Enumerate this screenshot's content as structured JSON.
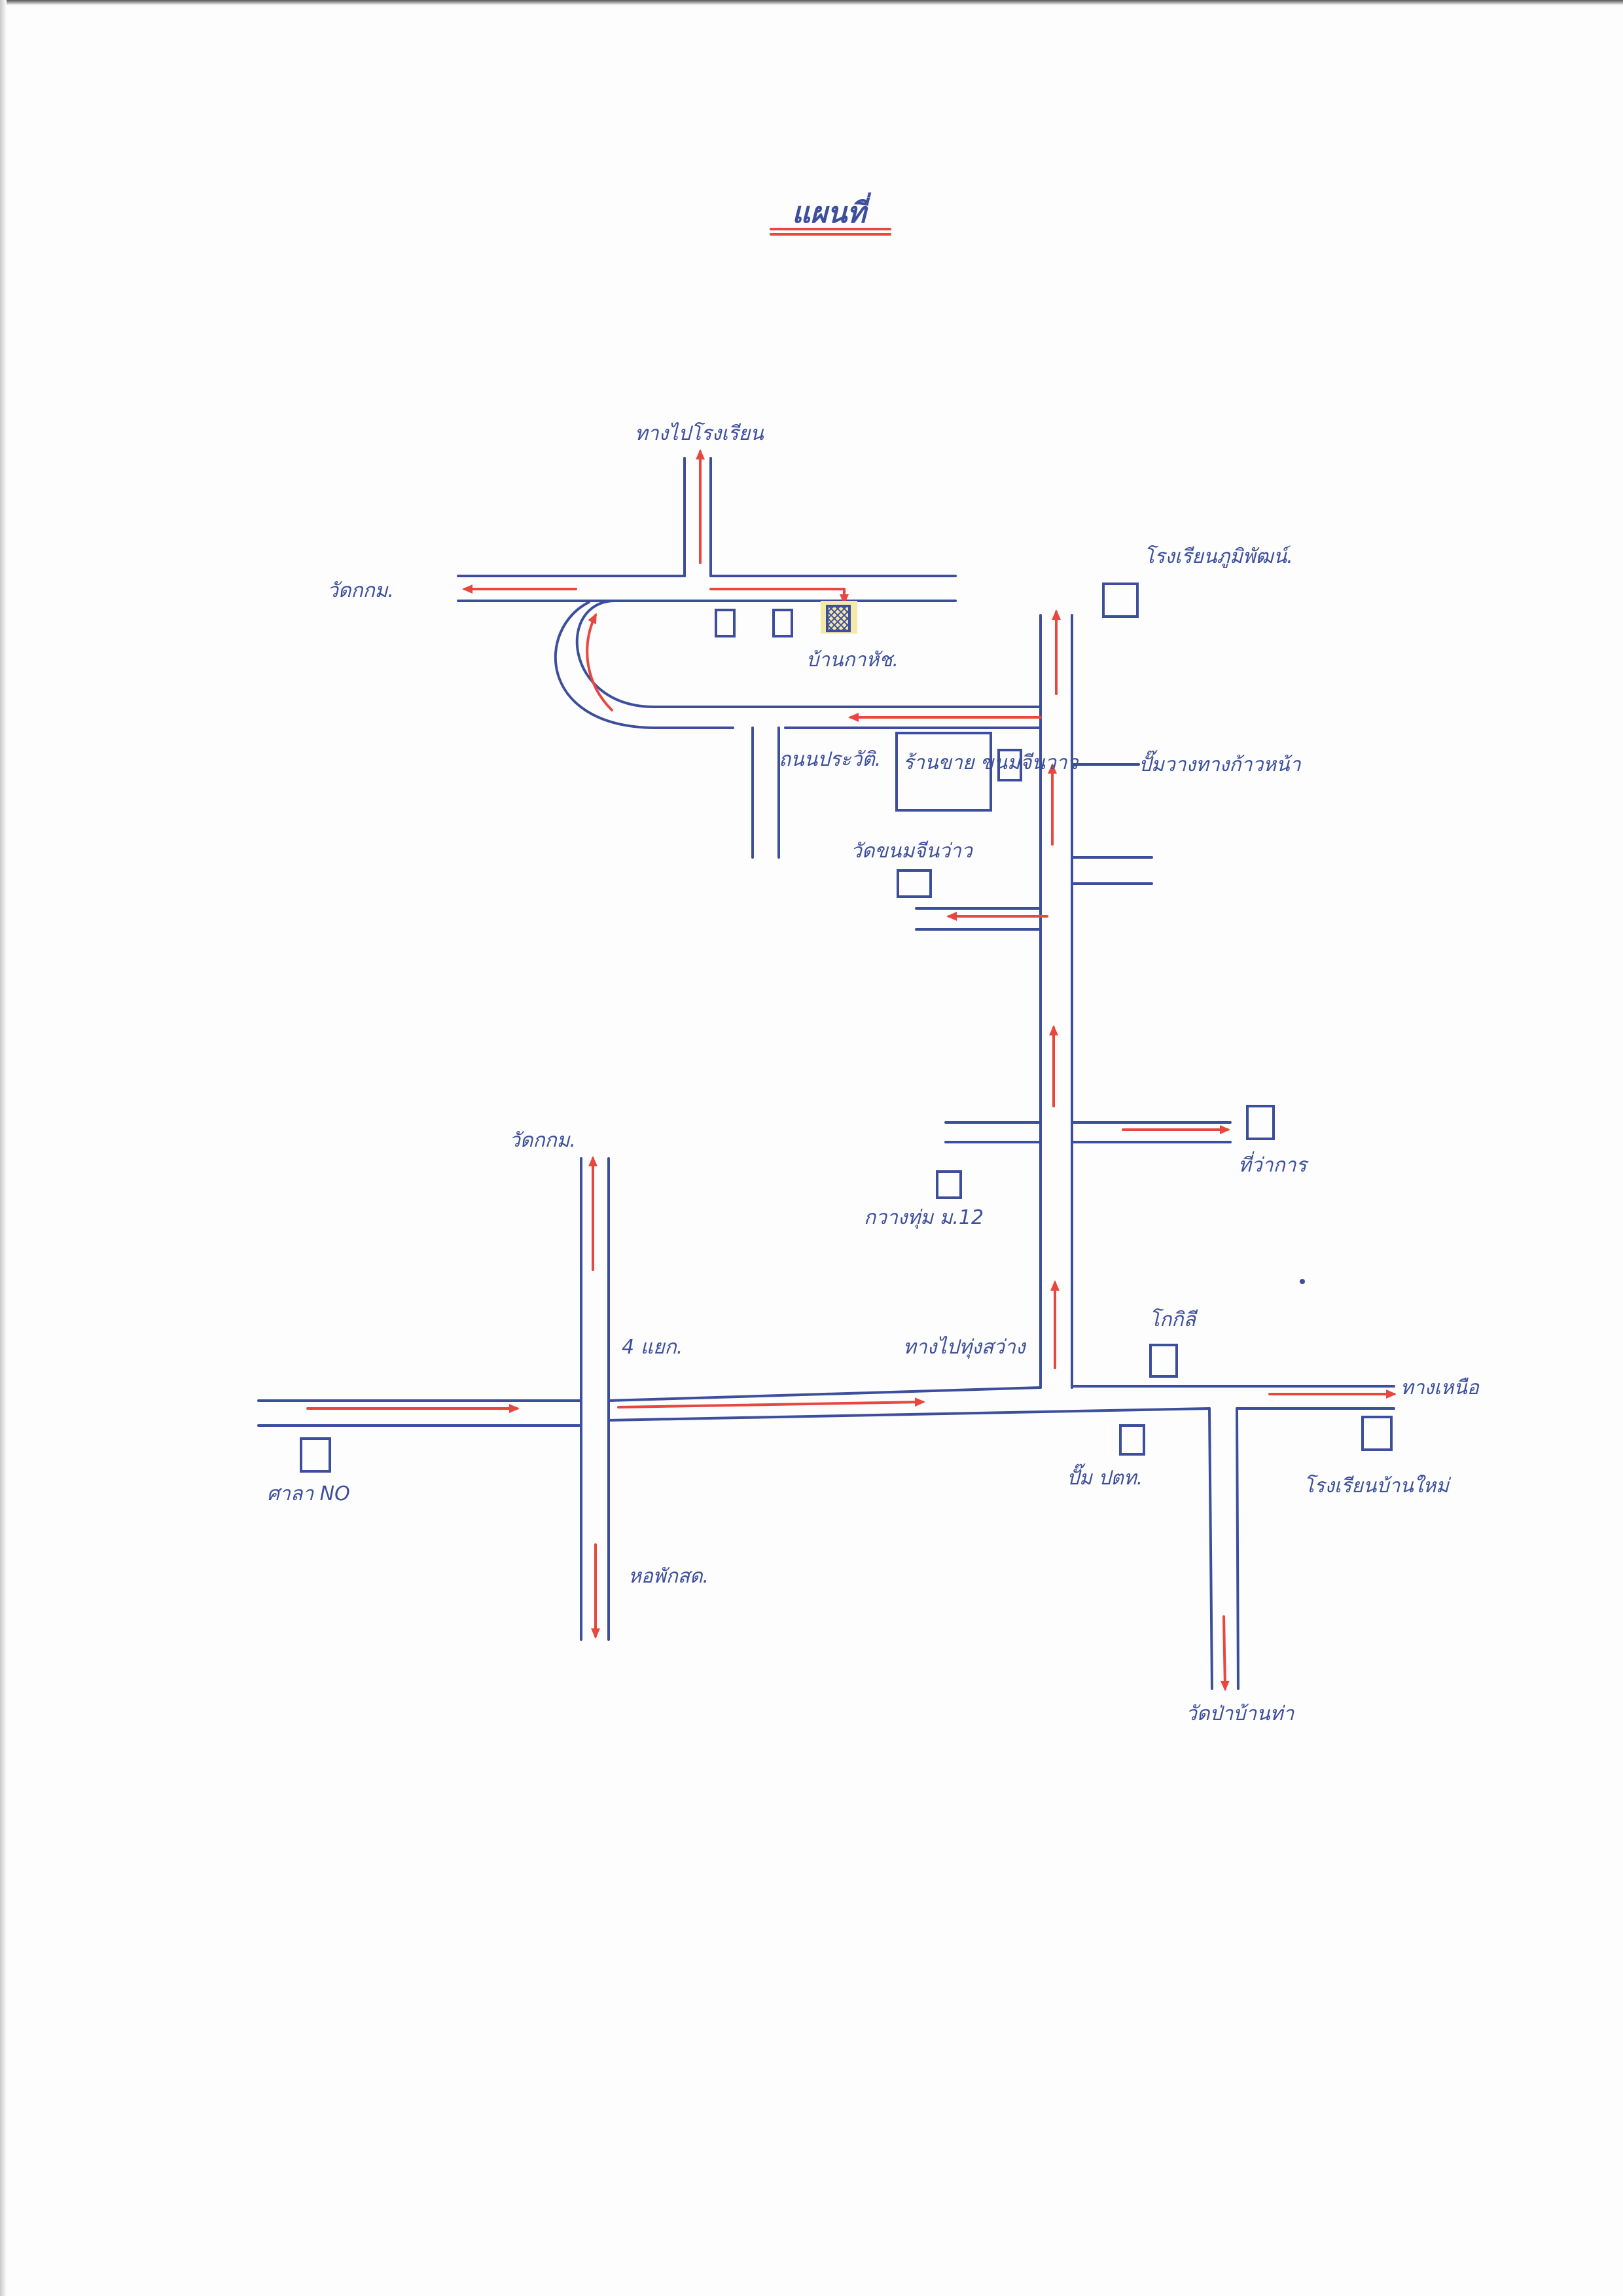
{
  "title": "แผนที่",
  "colors": {
    "road": "#3d4f9c",
    "route": "#e8473f",
    "paper": "#fdfdfd",
    "highlight": "#f5e9a8"
  },
  "labels": {
    "north_road": "ทางไปโรงเรียน",
    "wat_left_top": "วัดกกม.",
    "school_top_right": "โรงเรียนภูมิพัฒน์.",
    "destination": "บ้านกาหัช.",
    "parking": "ถนนประวัติ.",
    "shop": "ร้านขาย ขนมจีนวาว",
    "gas": "ปั๊มวางทางก้าวหน้า",
    "wat_mid": "วัดขนมจีนว่าว",
    "office": "ที่ว่าการ",
    "village": "กวางทุ่ม ม.12",
    "wat_left_mid": "วัดกกม.",
    "junction_4": "4 แยก.",
    "hospital_road": "ทางไปทุ่งสว่าง",
    "rokhi": "โกกิลี",
    "east_road": "ทางเหนือ",
    "pumping": "ปั๊ม ปตท.",
    "school_bottom_right": "โรงเรียนบ้านใหม่",
    "shop_no": "ศาลา NO",
    "market": "หอพักสด.",
    "wat_bottom": "วัดป่าบ้านท่า"
  }
}
